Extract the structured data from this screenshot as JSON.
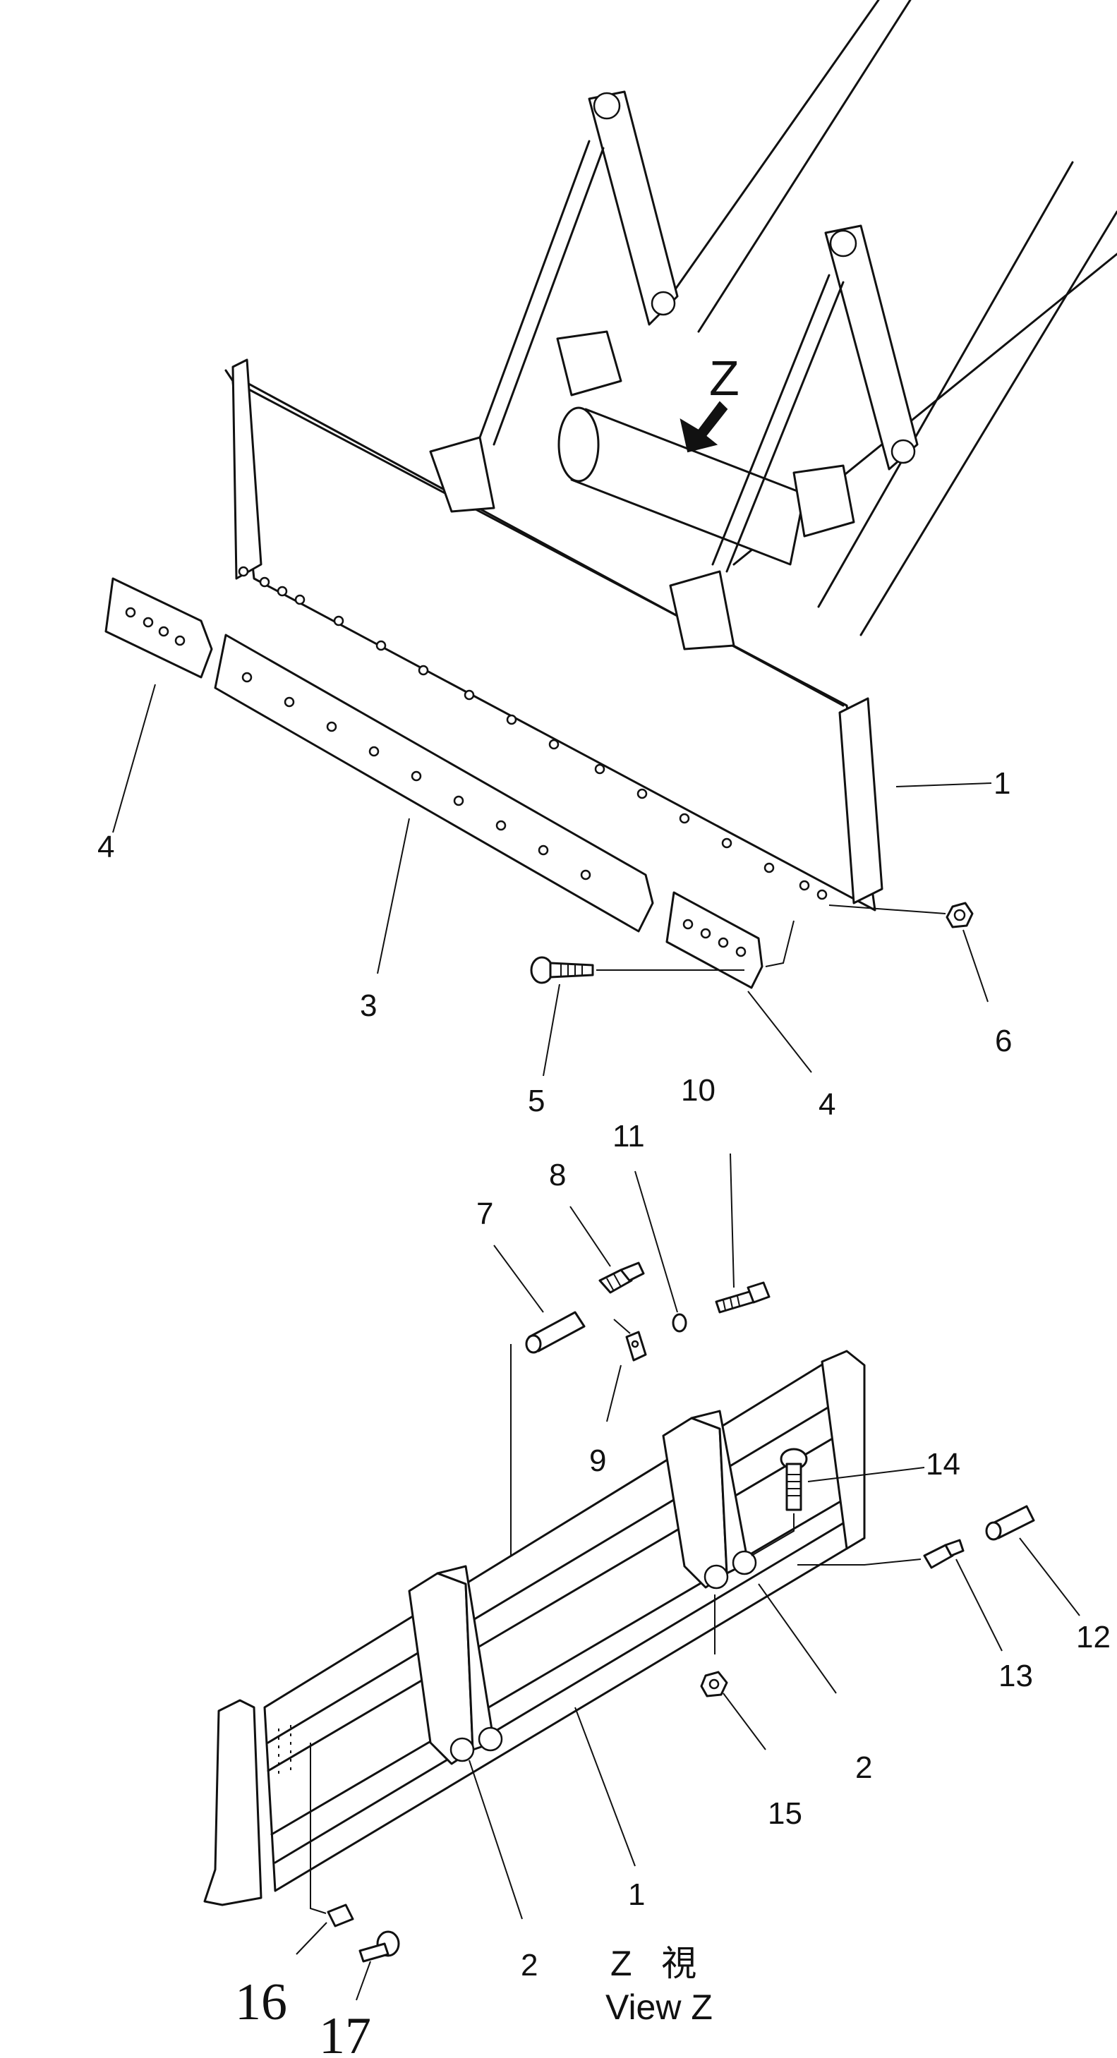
{
  "view_caption": {
    "kanji": "Z   視",
    "english": "View Z"
  },
  "arrow_label": "Z",
  "callouts": [
    {
      "id": "blade-top",
      "text": "1"
    },
    {
      "id": "cutting-edge",
      "text": "3"
    },
    {
      "id": "end-bit-left",
      "text": "4"
    },
    {
      "id": "end-bit-right",
      "text": "4"
    },
    {
      "id": "bolt",
      "text": "5"
    },
    {
      "id": "nut-top",
      "text": "6"
    },
    {
      "id": "pin",
      "text": "7"
    },
    {
      "id": "grease-fitting-top",
      "text": "8"
    },
    {
      "id": "plate",
      "text": "9"
    },
    {
      "id": "bolt-small",
      "text": "10"
    },
    {
      "id": "washer",
      "text": "11"
    },
    {
      "id": "pin-right",
      "text": "12"
    },
    {
      "id": "grease-fitting-right",
      "text": "13"
    },
    {
      "id": "bolt-bracket",
      "text": "14"
    },
    {
      "id": "nut-bracket",
      "text": "15"
    },
    {
      "id": "bracket-right",
      "text": "2"
    },
    {
      "id": "blade-bottom",
      "text": "1"
    },
    {
      "id": "bracket-left",
      "text": "2"
    },
    {
      "id": "shim",
      "text": "16"
    },
    {
      "id": "bolt-edge",
      "text": "17"
    }
  ]
}
